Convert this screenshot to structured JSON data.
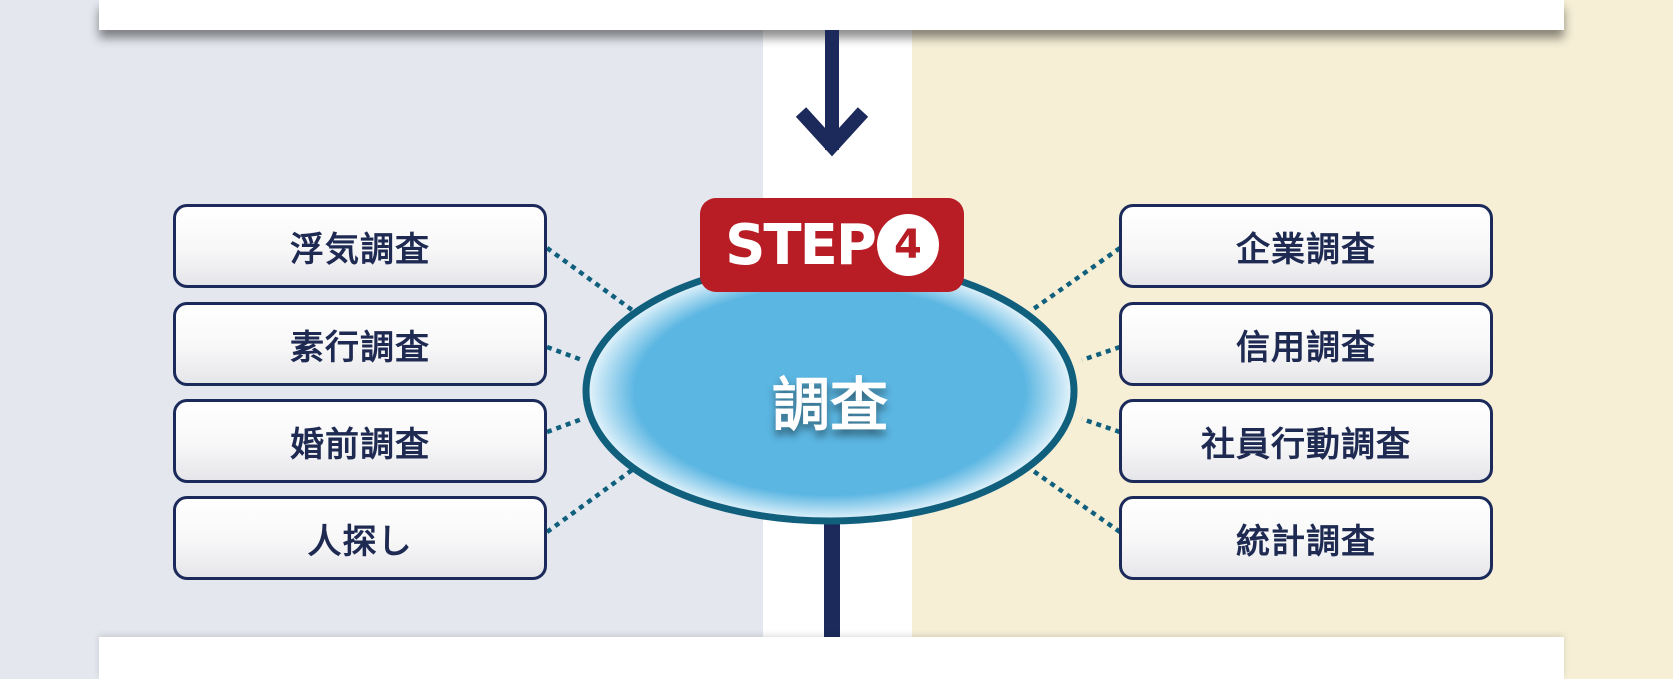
{
  "step": {
    "label": "STEP",
    "number": "4"
  },
  "center": {
    "label": "調査"
  },
  "left_items": [
    {
      "label": "浮気調査"
    },
    {
      "label": "素行調査"
    },
    {
      "label": "婚前調査"
    },
    {
      "label": "人探し"
    }
  ],
  "right_items": [
    {
      "label": "企業調査"
    },
    {
      "label": "信用調査"
    },
    {
      "label": "社員行動調査"
    },
    {
      "label": "統計調査"
    }
  ],
  "colors": {
    "navy": "#1b2a5a",
    "step_red": "#b81c24",
    "ellipse_fill": "#5bb6e2",
    "ellipse_border": "#0f5f7d",
    "dotted_line": "#0f5f7d",
    "left_panel": "#e4e8ee",
    "right_panel": "#f6efd6"
  },
  "icons": {
    "flow_arrow": "arrow-down-icon"
  }
}
